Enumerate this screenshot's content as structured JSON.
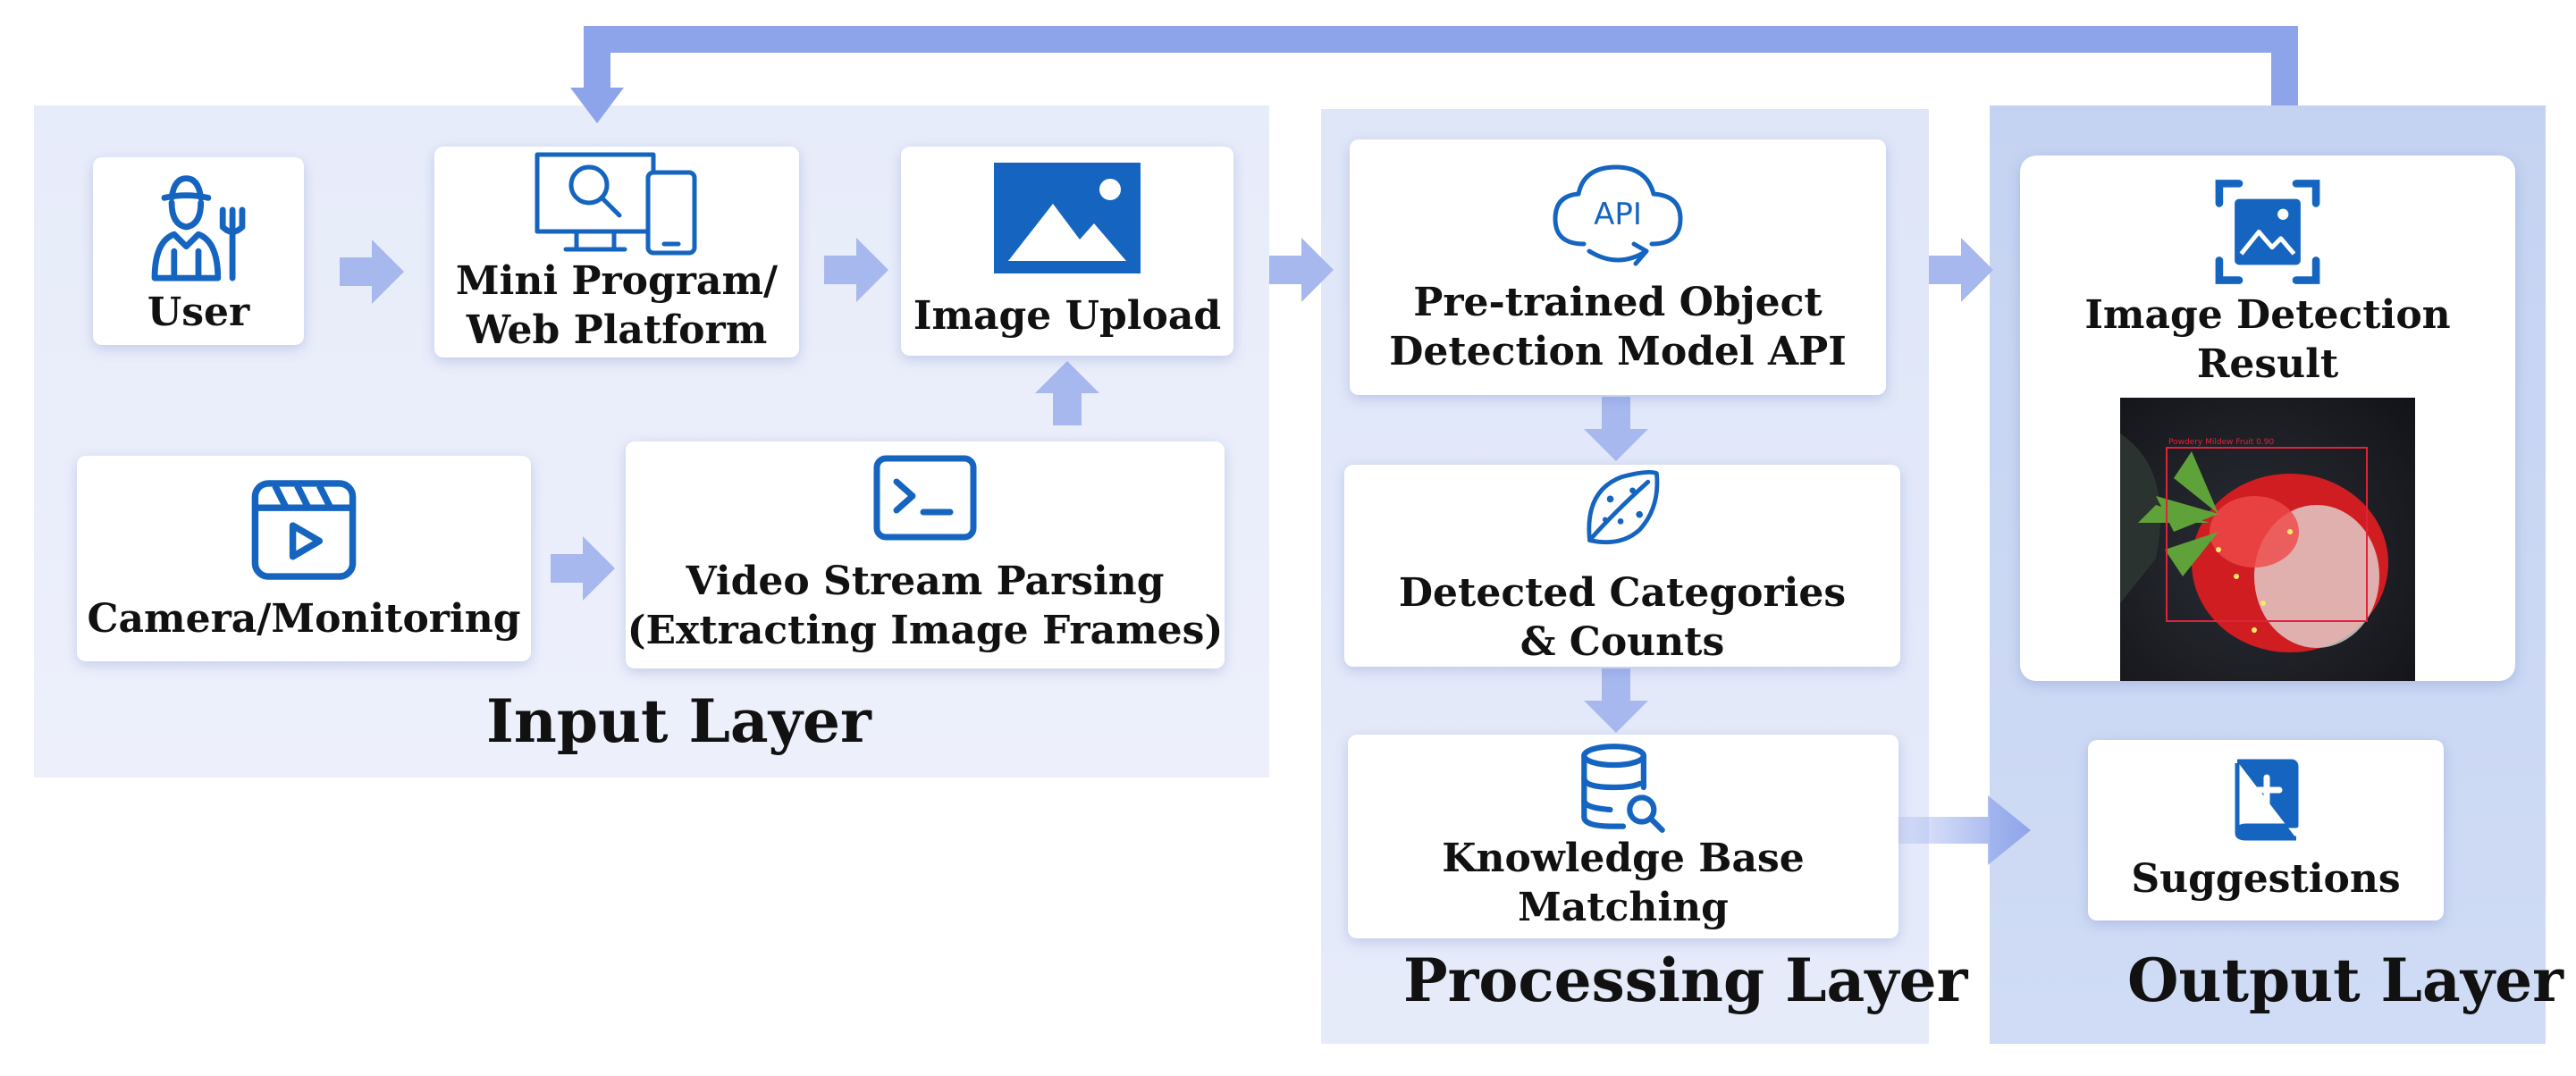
{
  "colors": {
    "icon_blue": "#1565c0",
    "arrow_blue": "#8ea4ea",
    "input_panel": "#e8edfa",
    "processing_panel": "#dfe6f8",
    "output_panel": "#c8d5f3"
  },
  "layers": {
    "input": "Input Layer",
    "processing": "Processing Layer",
    "output": "Output Layer"
  },
  "nodes": {
    "user": {
      "label": "User",
      "icon": "farmer-icon"
    },
    "platform": {
      "label_line1": "Mini Program/",
      "label_line2": "Web Platform",
      "icon": "monitor-phone-icon"
    },
    "upload": {
      "label": "Image Upload",
      "icon": "image-icon"
    },
    "camera": {
      "label": "Camera/Monitoring",
      "icon": "video-clapper-icon"
    },
    "video": {
      "label_line1": "Video Stream Parsing",
      "label_line2": "(Extracting Image Frames)",
      "icon": "terminal-icon"
    },
    "api": {
      "label_line1": "Pre-trained Object",
      "label_line2": "Detection Model API",
      "icon": "api-cloud-icon",
      "icon_text": "API"
    },
    "categories": {
      "label_line1": "Detected Categories",
      "label_line2": "& Counts",
      "icon": "leaf-icon"
    },
    "knowledge": {
      "label_line1": "Knowledge Base",
      "label_line2": "Matching",
      "icon": "database-search-icon"
    },
    "result": {
      "label": "Image Detection Result",
      "icon": "image-scan-icon",
      "detection_text": "Powdery Mildew Fruit 0.90"
    },
    "suggestions": {
      "label": "Suggestions",
      "icon": "book-plus-icon"
    }
  }
}
